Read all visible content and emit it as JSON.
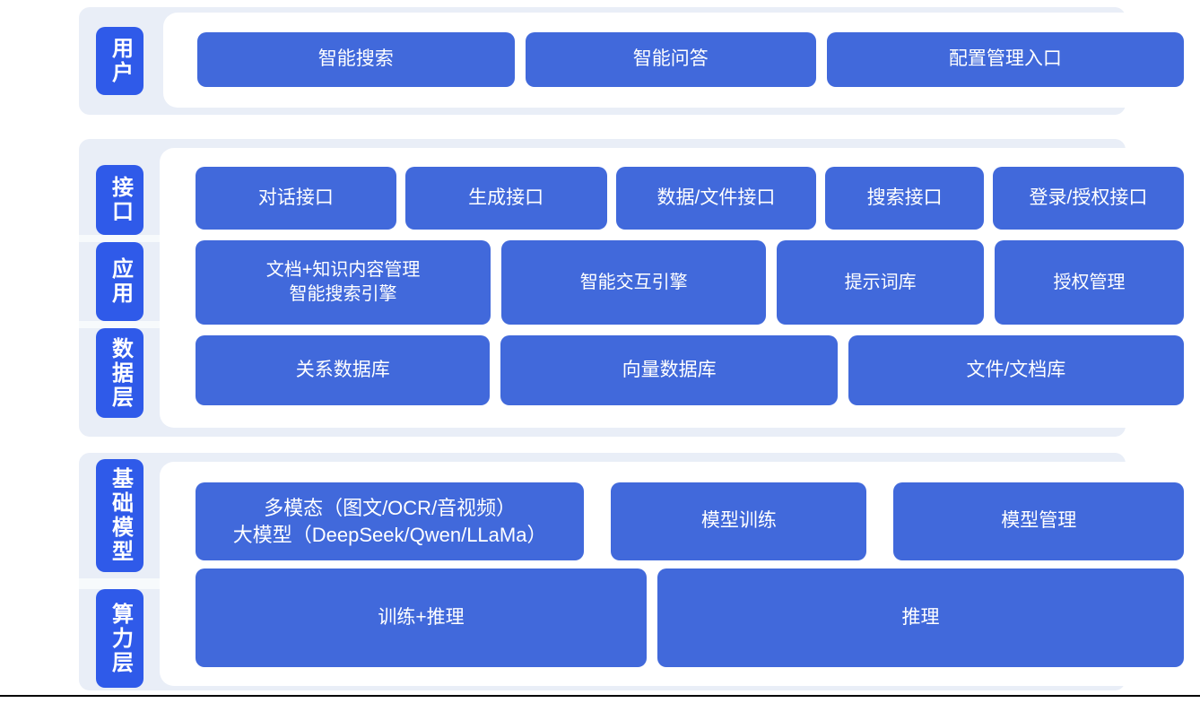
{
  "colors": {
    "label_blue": "#2f5ae9",
    "box_blue": "#4169db",
    "panel_bg": "#e9eef7",
    "card_bg": "#ffffff",
    "text": "#ffffff",
    "bottom_rule": "#000000"
  },
  "groups": [
    {
      "name": "user-layer",
      "labels": [
        {
          "text": "用户"
        }
      ],
      "rows": [
        {
          "boxes": [
            {
              "text": "智能搜索"
            },
            {
              "text": "智能问答"
            },
            {
              "text": "配置管理入口"
            }
          ]
        }
      ]
    },
    {
      "name": "interface-application-data-layers",
      "labels": [
        {
          "text": "接口"
        },
        {
          "text": "应用"
        },
        {
          "text": "数据层"
        }
      ],
      "rows": [
        {
          "boxes": [
            {
              "text": "对话接口"
            },
            {
              "text": "生成接口"
            },
            {
              "text": "数据/文件接口"
            },
            {
              "text": "搜索接口"
            },
            {
              "text": "登录/授权接口"
            }
          ]
        },
        {
          "boxes": [
            {
              "line1": "文档+知识内容管理",
              "line2": "智能搜索引擎"
            },
            {
              "text": "智能交互引擎"
            },
            {
              "text": "提示词库"
            },
            {
              "text": "授权管理"
            }
          ]
        },
        {
          "boxes": [
            {
              "text": "关系数据库"
            },
            {
              "text": "向量数据库"
            },
            {
              "text": "文件/文档库"
            }
          ]
        }
      ]
    },
    {
      "name": "foundation-model-compute-layers",
      "labels": [
        {
          "text": "基础模型"
        },
        {
          "text": "算力层"
        }
      ],
      "rows": [
        {
          "boxes": [
            {
              "line1": "多模态（图文/OCR/音视频）",
              "line2": "大模型（DeepSeek/Qwen/LLaMa）"
            },
            {
              "text": "模型训练"
            },
            {
              "text": "模型管理"
            }
          ]
        },
        {
          "boxes": [
            {
              "text": "训练+推理"
            },
            {
              "text": "推理"
            }
          ]
        }
      ]
    }
  ]
}
